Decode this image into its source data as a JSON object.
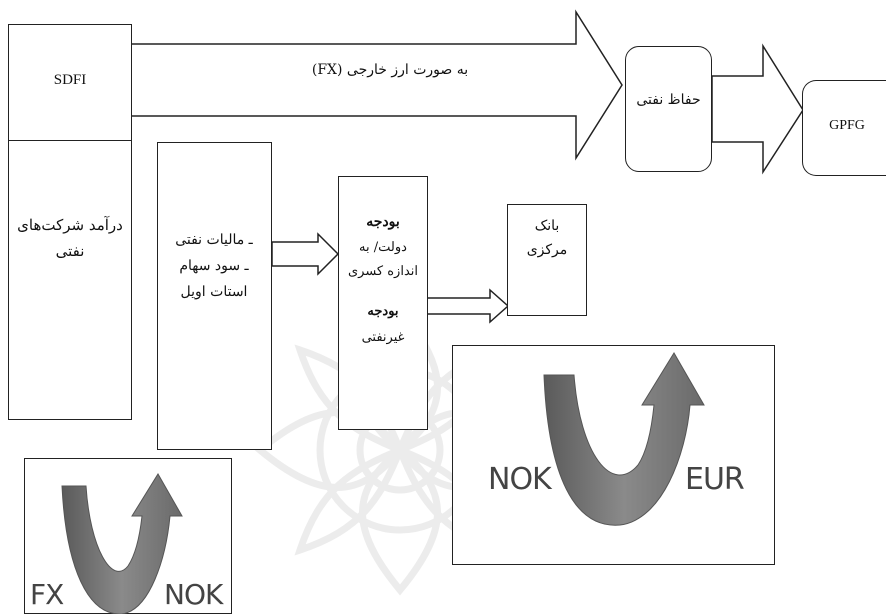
{
  "nodes": {
    "sdfi": "SDFI",
    "oil_company_revenue": "درآمد شرکت‌های نفتی",
    "taxes_line1": "ـ مالیات نفتی",
    "taxes_line2": "ـ سود سهام",
    "taxes_line3": "استات اویل",
    "budget_title": "بودجه",
    "budget_line1": "دولت/ به",
    "budget_line2": "اندازه کسری",
    "budget_line3": "بودجه",
    "budget_line4": "غیرنفتی",
    "central_bank_line1": "بانک",
    "central_bank_line2": "مرکزی",
    "petroleum_fund": "حفاظ نفتی",
    "gpfg": "GPFG"
  },
  "labels": {
    "fx_arrow_label": "به صورت ارز خارجی (FX)"
  },
  "conversion_icons": {
    "nok_eur_left": "NOK",
    "nok_eur_right": "EUR",
    "fx_nok_left": "FX",
    "fx_nok_right": "NOK"
  },
  "colors": {
    "stroke": "#222222",
    "arrow_fill": "#6f6f6f",
    "watermark": "#9a9a9a"
  }
}
